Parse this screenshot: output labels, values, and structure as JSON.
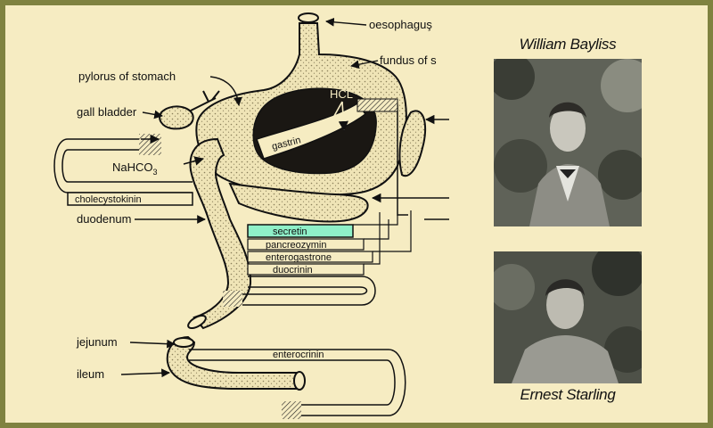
{
  "diagram": {
    "labels": {
      "oesophagus": "oesophaguş",
      "fundus": "fundus of s",
      "pylorus": "pylorus of stomach",
      "gall_bladder": "gall bladder",
      "hcl": "HCL",
      "gastrin": "gastrin",
      "nahco3": "NaHCO",
      "nahco3_sub": "3",
      "cholecystokinin": "cholecystokinin",
      "duodenum": "duodenum",
      "secretin": "secretin",
      "pancreozymin": "pancreozymin",
      "enterogastrone": "enterogastrone",
      "duocrinin": "duocrinin",
      "jejunum": "jejunum",
      "enterocrinin": "enterocrinin",
      "ileum": "ileum"
    },
    "highlight_color": "#8ff0c8"
  },
  "portraits": [
    {
      "caption": "William Bayliss"
    },
    {
      "caption": "Ernest Starling"
    }
  ],
  "colors": {
    "border": "#7f8240",
    "background": "#f6ecc2"
  }
}
